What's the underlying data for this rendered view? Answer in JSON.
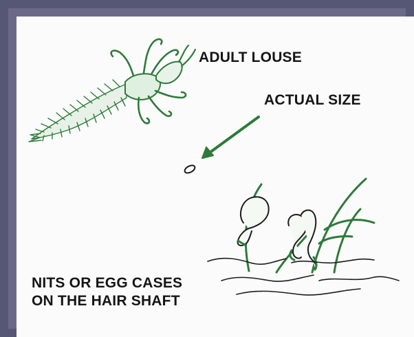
{
  "labels": {
    "adult_louse": "ADULT LOUSE",
    "actual_size": "ACTUAL SIZE",
    "nits_line1": "NITS OR EGG CASES",
    "nits_line2": "ON THE HAIR SHAFT"
  },
  "colors": {
    "frame": "#565675",
    "ink_green": "#2e7a3a",
    "ink_dark": "#1b1b1b",
    "background": "#fbfbfb"
  }
}
